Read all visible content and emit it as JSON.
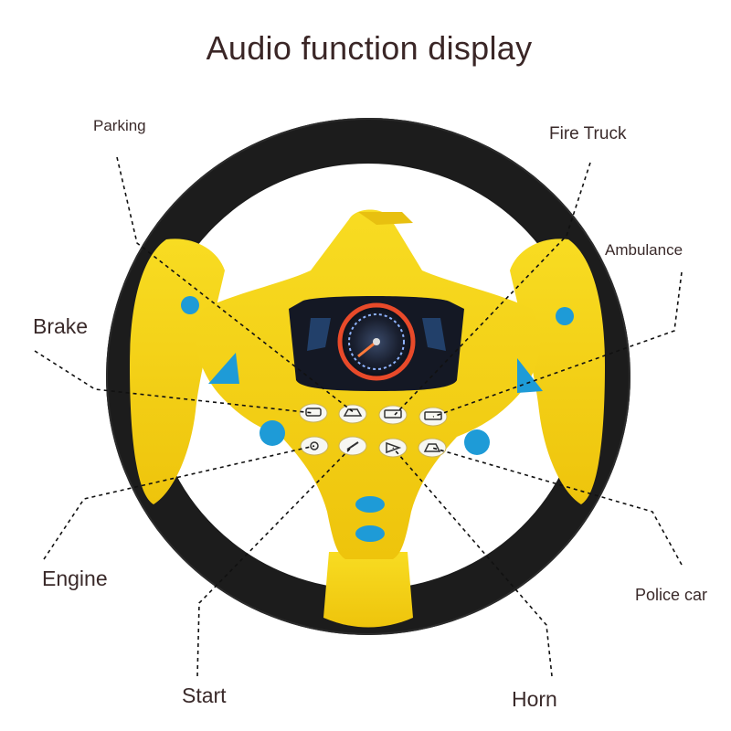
{
  "title": "Audio function display",
  "labels": {
    "parking": "Parking",
    "fire_truck": "Fire Truck",
    "ambulance": "Ambulance",
    "brake": "Brake",
    "engine": "Engine",
    "police_car": "Police car",
    "start": "Start",
    "horn": "Horn"
  },
  "colors": {
    "wheel_rim": "#1c1c1c",
    "body_yellow": "#f4d414",
    "accent_blue": "#1e9bd7",
    "dial_ring": "#e84a2a",
    "button_face": "#f7f7f2"
  }
}
